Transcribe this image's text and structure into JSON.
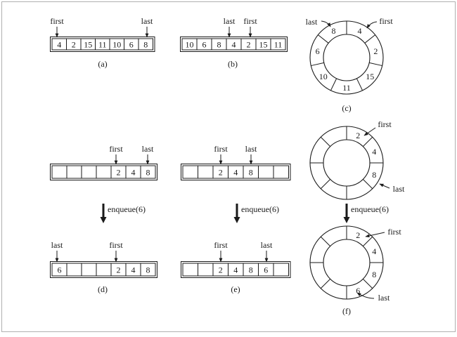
{
  "labels": {
    "first": "first",
    "last": "last",
    "enqueue": "enqueue(6)"
  },
  "captions": {
    "a": "(a)",
    "b": "(b)",
    "c": "(c)",
    "d": "(d)",
    "e": "(e)",
    "f": "(f)"
  },
  "arrays": {
    "a": [
      "4",
      "2",
      "15",
      "11",
      "10",
      "6",
      "8"
    ],
    "b": [
      "10",
      "6",
      "8",
      "4",
      "2",
      "15",
      "11"
    ],
    "d_before": [
      "",
      "",
      "",
      "",
      "2",
      "4",
      "8"
    ],
    "d_after": [
      "6",
      "",
      "",
      "",
      "2",
      "4",
      "8"
    ],
    "e_before": [
      "",
      "",
      "2",
      "4",
      "8",
      "",
      ""
    ],
    "e_after": [
      "",
      "",
      "2",
      "4",
      "8",
      "6",
      ""
    ]
  },
  "rings": {
    "c": [
      "4",
      "2",
      "15",
      "11",
      "10",
      "6",
      "8"
    ],
    "f_before": [
      "2",
      "4",
      "8",
      "",
      "",
      "",
      "",
      ""
    ],
    "f_after": [
      "2",
      "4",
      "8",
      "6",
      "",
      "",
      "",
      ""
    ]
  },
  "colors": {
    "line": "#1a1a1a",
    "frame": "#b0b0b0",
    "background": "#ffffff"
  }
}
